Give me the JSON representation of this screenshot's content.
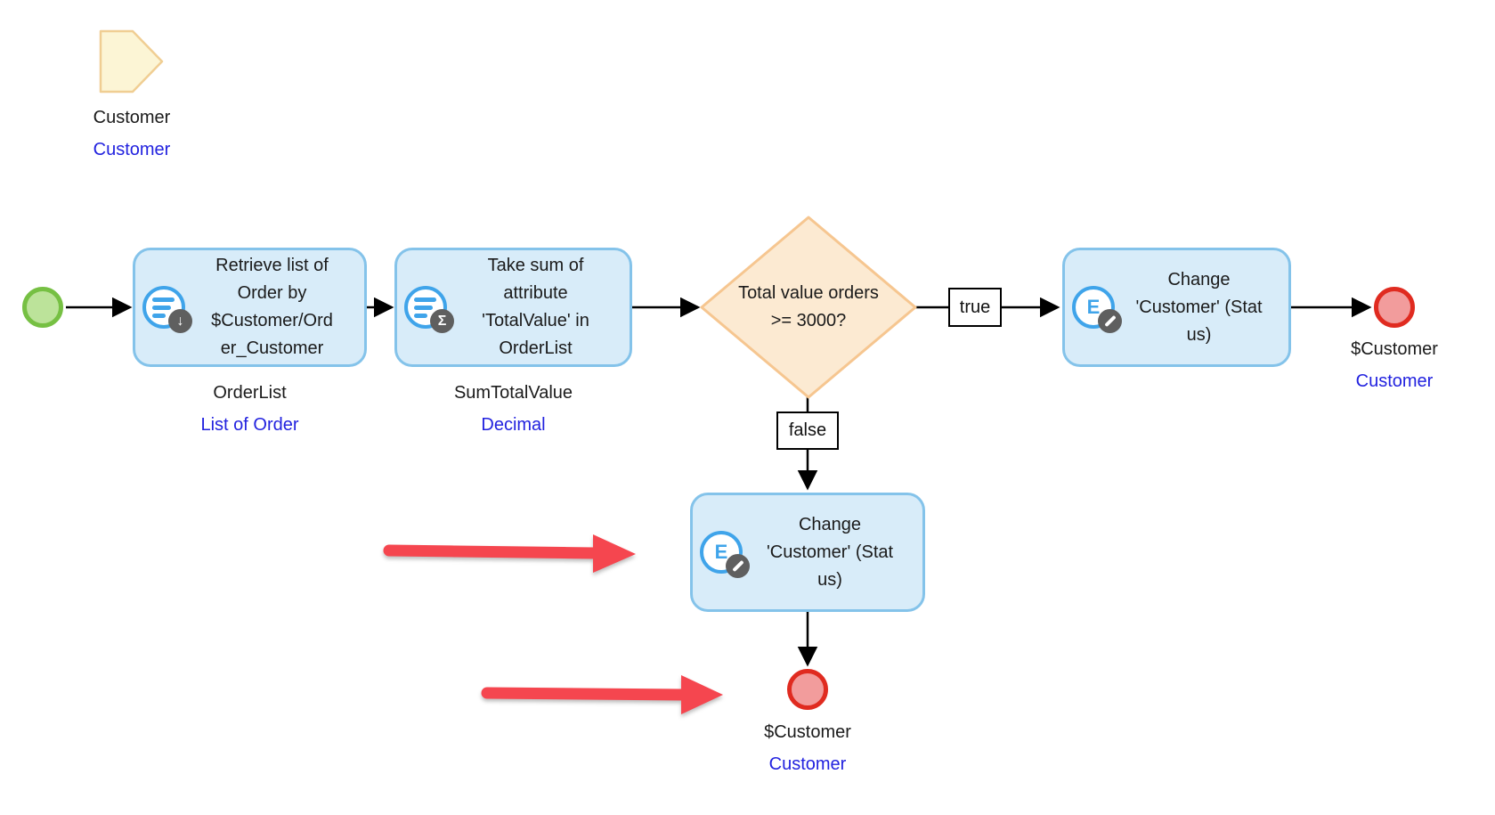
{
  "parameter": {
    "caption": "Customer",
    "entity": "Customer"
  },
  "activities": {
    "retrieve": {
      "caption": "Retrieve list of\nOrder by\n$Customer/Ord\ner_Customer",
      "variable": "OrderList",
      "type": "List of Order",
      "badge": "↓"
    },
    "aggregate": {
      "caption": "Take sum of\nattribute\n'TotalValue' in\nOrderList",
      "variable": "SumTotalValue",
      "type": "Decimal",
      "badge": "Σ"
    },
    "change_true": {
      "caption": "Change\n'Customer' (Stat\nus)",
      "letter": "E"
    },
    "change_false": {
      "caption": "Change\n'Customer' (Stat\nus)",
      "letter": "E"
    }
  },
  "decision": {
    "caption": "Total value orders\n>= 3000?"
  },
  "flows": {
    "true_label": "true",
    "false_label": "false"
  },
  "end_events": {
    "true_path": {
      "variable": "$Customer",
      "type": "Customer"
    },
    "false_path": {
      "variable": "$Customer",
      "type": "Customer"
    }
  },
  "colors": {
    "activity_fill": "#D8ECF9",
    "activity_border": "#84C3EA",
    "decision_fill": "#FCEAD2",
    "decision_border": "#F6C690",
    "parameter_fill": "#FCF5D5",
    "parameter_border": "#F0CE93",
    "start_fill": "#BCE39A",
    "start_border": "#76C043",
    "end_fill": "#F29C9C",
    "end_border": "#E02B20",
    "annotation_arrow": "#F5464F",
    "type_text_blue": "#2222DF",
    "icon_blue": "#3FA4EA",
    "badge_gray": "#5F5F5F"
  }
}
